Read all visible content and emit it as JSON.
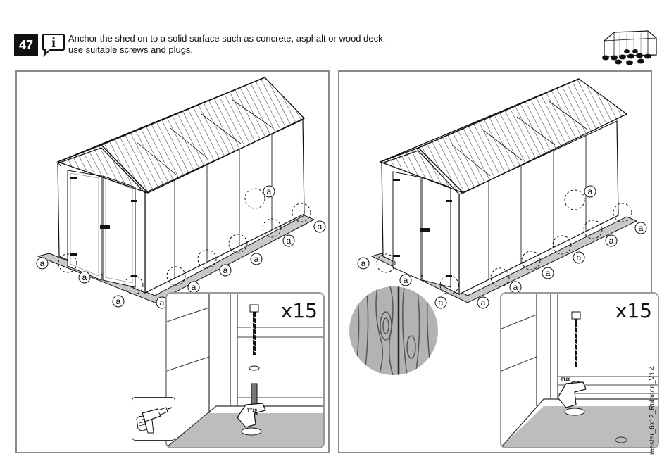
{
  "step": {
    "number": "47"
  },
  "instruction": {
    "text": "Anchor the shed on to a solid surface such as concrete, asphalt or wood deck; use suitable screws and plugs."
  },
  "info_icon": {
    "glyph": "i"
  },
  "callouts": {
    "label": "a"
  },
  "panels": [
    {
      "quantity_label": "x15",
      "surface": "concrete"
    },
    {
      "quantity_label": "x15",
      "surface": "wood"
    }
  ],
  "bracket_text": "TT20",
  "doc_version": "master_6x12_Rubicon_V1.4"
}
